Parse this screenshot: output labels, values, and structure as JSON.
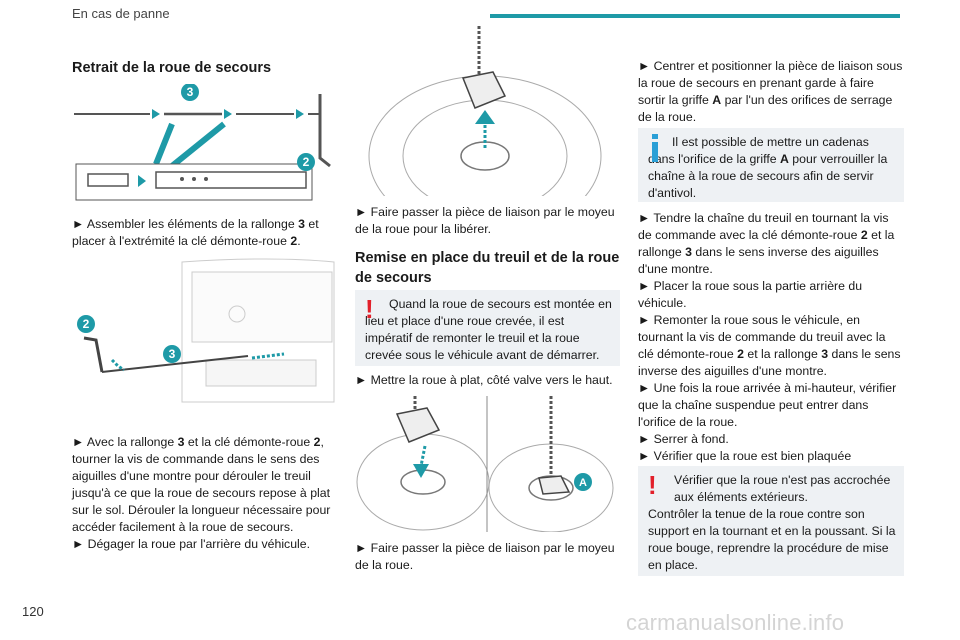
{
  "header": {
    "section": "En cas de panne",
    "page_number": "120",
    "bar_color": "#1e9aa7"
  },
  "watermark": "carmanualsonline.info",
  "col1": {
    "title": "Retrait de la roue de secours",
    "fig1_callouts": [
      "3",
      "2"
    ],
    "fig2_callouts": [
      "2",
      "3"
    ],
    "para1": [
      {
        "t": "► Assembler les éléments de la rallonge "
      },
      {
        "t": "3",
        "b": true
      },
      {
        "t": " et placer à l'extrémité la clé démonte-roue "
      },
      {
        "t": "2",
        "b": true
      },
      {
        "t": "."
      }
    ],
    "para2": [
      {
        "t": "► Avec la rallonge "
      },
      {
        "t": "3",
        "b": true
      },
      {
        "t": " et la clé démonte-roue "
      },
      {
        "t": "2",
        "b": true
      },
      {
        "t": ", tourner la vis de commande dans le sens des aiguilles d'une montre pour dérouler le treuil jusqu'à ce que la roue de secours repose à plat sur le sol. Dérouler la longueur nécessaire pour accéder facilement à la roue de secours."
      }
    ],
    "para3": "► Dégager la roue par l'arrière du véhicule."
  },
  "col2": {
    "para1": "► Faire passer la pièce de liaison par le moyeu de la roue pour la libérer.",
    "heading": "Remise en place du treuil et de la roue de secours",
    "warning": "Quand la roue de secours est montée en lieu et place d'une roue crevée, il est impératif de remonter le treuil et la roue crevée sous le véhicule avant de démarrer.",
    "para2": "► Mettre la roue à plat, côté valve vers le haut.",
    "fig_callout": "A",
    "para3": "► Faire passer la pièce de liaison par le moyeu de la roue."
  },
  "col3": {
    "para1": [
      {
        "t": "► Centrer et positionner la pièce de liaison sous la roue de secours en prenant garde à faire sortir la griffe "
      },
      {
        "t": "A",
        "b": true
      },
      {
        "t": " par l'un des orifices de serrage de la roue."
      }
    ],
    "info": [
      {
        "t": "Il est possible de mettre un cadenas dans l'orifice de la griffe "
      },
      {
        "t": "A",
        "b": true
      },
      {
        "t": " pour verrouiller la chaîne à la roue de secours afin de servir d'antivol."
      }
    ],
    "steps": [
      [
        {
          "t": "► Tendre la chaîne du treuil en tournant la vis de commande avec la clé démonte-roue "
        },
        {
          "t": "2",
          "b": true
        },
        {
          "t": " et la rallonge "
        },
        {
          "t": "3",
          "b": true
        },
        {
          "t": " dans le sens inverse des aiguilles d'une montre."
        }
      ],
      [
        {
          "t": "► Placer la roue sous la partie arrière du véhicule."
        }
      ],
      [
        {
          "t": "► Remonter la roue sous le véhicule, en tournant la vis de commande du treuil avec la clé démonte-roue "
        },
        {
          "t": "2",
          "b": true
        },
        {
          "t": " et la rallonge "
        },
        {
          "t": "3",
          "b": true
        },
        {
          "t": " dans le sens inverse des aiguilles d'une montre."
        }
      ],
      [
        {
          "t": "► Une fois la roue arrivée à mi-hauteur, vérifier que la chaîne suspendue peut entrer dans l'orifice de la roue."
        }
      ],
      [
        {
          "t": "► Serrer à fond."
        }
      ],
      [
        {
          "t": "► Vérifier que la roue est bien plaquée horizontalement contre le plancher."
        }
      ]
    ],
    "warning_line1": "Vérifier que la roue n'est pas accrochée aux éléments extérieurs.",
    "warning_line2": "Contrôler la tenue de la roue contre son support en la tournant et en la poussant. Si la roue bouge, reprendre la procédure de mise en place."
  },
  "colors": {
    "callout": "#1e9aa7",
    "warning": "#e2202a",
    "info": "#2a9fd6",
    "note_bg": "#eef1f4"
  }
}
